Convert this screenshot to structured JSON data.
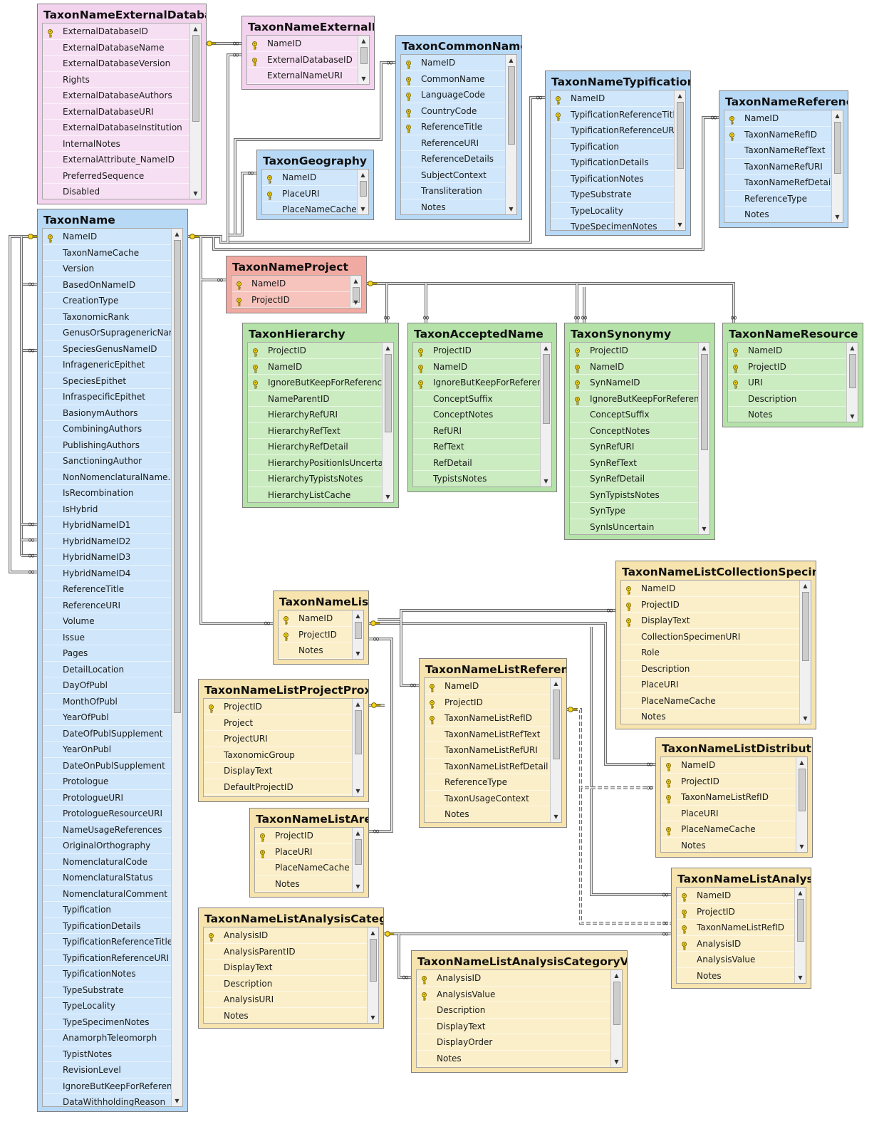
{
  "tables": [
    {
      "id": "external-database",
      "name": "TaxonNameExternalDatabase",
      "color": "pink",
      "fields": [
        {
          "n": "ExternalDatabaseID",
          "k": true
        },
        {
          "n": "ExternalDatabaseName"
        },
        {
          "n": "ExternalDatabaseVersion"
        },
        {
          "n": "Rights"
        },
        {
          "n": "ExternalDatabaseAuthors"
        },
        {
          "n": "ExternalDatabaseURI"
        },
        {
          "n": "ExternalDatabaseInstitution"
        },
        {
          "n": "InternalNotes"
        },
        {
          "n": "ExternalAttribute_NameID"
        },
        {
          "n": "PreferredSequence"
        },
        {
          "n": "Disabled"
        }
      ]
    },
    {
      "id": "external-id",
      "name": "TaxonNameExternalID",
      "color": "pink",
      "fields": [
        {
          "n": "NameID",
          "k": true
        },
        {
          "n": "ExternalDatabaseID",
          "k": true
        },
        {
          "n": "ExternalNameURI"
        }
      ]
    },
    {
      "id": "common-name",
      "name": "TaxonCommonName",
      "color": "blue",
      "fields": [
        {
          "n": "NameID",
          "k": true
        },
        {
          "n": "CommonName",
          "k": true
        },
        {
          "n": "LanguageCode",
          "k": true
        },
        {
          "n": "CountryCode",
          "k": true
        },
        {
          "n": "ReferenceTitle",
          "k": true
        },
        {
          "n": "ReferenceURI"
        },
        {
          "n": "ReferenceDetails"
        },
        {
          "n": "SubjectContext"
        },
        {
          "n": "Transliteration"
        },
        {
          "n": "Notes"
        }
      ]
    },
    {
      "id": "typification",
      "name": "TaxonNameTypification",
      "color": "blue",
      "fields": [
        {
          "n": "NameID",
          "k": true
        },
        {
          "n": "TypificationReferenceTitle",
          "k": true
        },
        {
          "n": "TypificationReferenceURI"
        },
        {
          "n": "Typification"
        },
        {
          "n": "TypificationDetails"
        },
        {
          "n": "TypificationNotes"
        },
        {
          "n": "TypeSubstrate"
        },
        {
          "n": "TypeLocality"
        },
        {
          "n": "TypeSpecimenNotes"
        }
      ]
    },
    {
      "id": "name-reference",
      "name": "TaxonNameReference",
      "color": "blue",
      "fields": [
        {
          "n": "NameID",
          "k": true
        },
        {
          "n": "TaxonNameRefID",
          "k": true
        },
        {
          "n": "TaxonNameRefText"
        },
        {
          "n": "TaxonNameRefURI"
        },
        {
          "n": "TaxonNameRefDetail"
        },
        {
          "n": "ReferenceType"
        },
        {
          "n": "Notes"
        }
      ]
    },
    {
      "id": "geography",
      "name": "TaxonGeography",
      "color": "blue",
      "fields": [
        {
          "n": "NameID",
          "k": true
        },
        {
          "n": "PlaceURI",
          "k": true
        },
        {
          "n": "PlaceNameCache"
        }
      ]
    },
    {
      "id": "taxon-name",
      "name": "TaxonName",
      "color": "blue",
      "fields": [
        {
          "n": "NameID",
          "k": true
        },
        {
          "n": "TaxonNameCache"
        },
        {
          "n": "Version"
        },
        {
          "n": "BasedOnNameID"
        },
        {
          "n": "CreationType"
        },
        {
          "n": "TaxonomicRank"
        },
        {
          "n": "GenusOrSupragenericName"
        },
        {
          "n": "SpeciesGenusNameID"
        },
        {
          "n": "InfragenericEpithet"
        },
        {
          "n": "SpeciesEpithet"
        },
        {
          "n": "InfraspecificEpithet"
        },
        {
          "n": "BasionymAuthors"
        },
        {
          "n": "CombiningAuthors"
        },
        {
          "n": "PublishingAuthors"
        },
        {
          "n": "SanctioningAuthor"
        },
        {
          "n": "NonNomenclaturalName..."
        },
        {
          "n": "IsRecombination"
        },
        {
          "n": "IsHybrid"
        },
        {
          "n": "HybridNameID1"
        },
        {
          "n": "HybridNameID2"
        },
        {
          "n": "HybridNameID3"
        },
        {
          "n": "HybridNameID4"
        },
        {
          "n": "ReferenceTitle"
        },
        {
          "n": "ReferenceURI"
        },
        {
          "n": "Volume"
        },
        {
          "n": "Issue"
        },
        {
          "n": "Pages"
        },
        {
          "n": "DetailLocation"
        },
        {
          "n": "DayOfPubl"
        },
        {
          "n": "MonthOfPubl"
        },
        {
          "n": "YearOfPubl"
        },
        {
          "n": "DateOfPublSupplement"
        },
        {
          "n": "YearOnPubl"
        },
        {
          "n": "DateOnPublSupplement"
        },
        {
          "n": "Protologue"
        },
        {
          "n": "ProtologueURI"
        },
        {
          "n": "ProtologueResourceURI"
        },
        {
          "n": "NameUsageReferences"
        },
        {
          "n": "OriginalOrthography"
        },
        {
          "n": "NomenclaturalCode"
        },
        {
          "n": "NomenclaturalStatus"
        },
        {
          "n": "NomenclaturalComment"
        },
        {
          "n": "Typification"
        },
        {
          "n": "TypificationDetails"
        },
        {
          "n": "TypificationReferenceTitle"
        },
        {
          "n": "TypificationReferenceURI"
        },
        {
          "n": "TypificationNotes"
        },
        {
          "n": "TypeSubstrate"
        },
        {
          "n": "TypeLocality"
        },
        {
          "n": "TypeSpecimenNotes"
        },
        {
          "n": "AnamorphTeleomorph"
        },
        {
          "n": "TypistNotes"
        },
        {
          "n": "RevisionLevel"
        },
        {
          "n": "IgnoreButKeepForReference"
        },
        {
          "n": "DataWithholdingReason"
        }
      ]
    },
    {
      "id": "name-project",
      "name": "TaxonNameProject",
      "color": "red",
      "fields": [
        {
          "n": "NameID",
          "k": true
        },
        {
          "n": "ProjectID",
          "k": true
        }
      ]
    },
    {
      "id": "hierarchy",
      "name": "TaxonHierarchy",
      "color": "green",
      "fields": [
        {
          "n": "ProjectID",
          "k": true
        },
        {
          "n": "NameID",
          "k": true
        },
        {
          "n": "IgnoreButKeepForReference",
          "k": true
        },
        {
          "n": "NameParentID"
        },
        {
          "n": "HierarchyRefURI"
        },
        {
          "n": "HierarchyRefText"
        },
        {
          "n": "HierarchyRefDetail"
        },
        {
          "n": "HierarchyPositionIsUncertain"
        },
        {
          "n": "HierarchyTypistsNotes"
        },
        {
          "n": "HierarchyListCache"
        }
      ]
    },
    {
      "id": "accepted-name",
      "name": "TaxonAcceptedName",
      "color": "green",
      "fields": [
        {
          "n": "ProjectID",
          "k": true
        },
        {
          "n": "NameID",
          "k": true
        },
        {
          "n": "IgnoreButKeepForReference",
          "k": true
        },
        {
          "n": "ConceptSuffix"
        },
        {
          "n": "ConceptNotes"
        },
        {
          "n": "RefURI"
        },
        {
          "n": "RefText"
        },
        {
          "n": "RefDetail"
        },
        {
          "n": "TypistsNotes"
        }
      ]
    },
    {
      "id": "synonymy",
      "name": "TaxonSynonymy",
      "color": "green",
      "fields": [
        {
          "n": "ProjectID",
          "k": true
        },
        {
          "n": "NameID",
          "k": true
        },
        {
          "n": "SynNameID",
          "k": true
        },
        {
          "n": "IgnoreButKeepForReference",
          "k": true
        },
        {
          "n": "ConceptSuffix"
        },
        {
          "n": "ConceptNotes"
        },
        {
          "n": "SynRefURI"
        },
        {
          "n": "SynRefText"
        },
        {
          "n": "SynRefDetail"
        },
        {
          "n": "SynTypistsNotes"
        },
        {
          "n": "SynType"
        },
        {
          "n": "SynIsUncertain"
        }
      ]
    },
    {
      "id": "name-resource",
      "name": "TaxonNameResource",
      "color": "green",
      "fields": [
        {
          "n": "NameID",
          "k": true
        },
        {
          "n": "ProjectID",
          "k": true
        },
        {
          "n": "URI",
          "k": true
        },
        {
          "n": "Description"
        },
        {
          "n": "Notes"
        }
      ]
    },
    {
      "id": "list-collection-specimen",
      "name": "TaxonNameListCollectionSpecimen",
      "color": "yellow",
      "fields": [
        {
          "n": "NameID",
          "k": true
        },
        {
          "n": "ProjectID",
          "k": true
        },
        {
          "n": "DisplayText",
          "k": true
        },
        {
          "n": "CollectionSpecimenURI"
        },
        {
          "n": "Role"
        },
        {
          "n": "Description"
        },
        {
          "n": "PlaceURI"
        },
        {
          "n": "PlaceNameCache"
        },
        {
          "n": "Notes"
        }
      ]
    },
    {
      "id": "name-list",
      "name": "TaxonNameList",
      "color": "yellow",
      "fields": [
        {
          "n": "NameID",
          "k": true
        },
        {
          "n": "ProjectID",
          "k": true
        },
        {
          "n": "Notes"
        }
      ]
    },
    {
      "id": "list-reference",
      "name": "TaxonNameListReference",
      "color": "yellow",
      "fields": [
        {
          "n": "NameID",
          "k": true
        },
        {
          "n": "ProjectID",
          "k": true
        },
        {
          "n": "TaxonNameListRefID",
          "k": true
        },
        {
          "n": "TaxonNameListRefText"
        },
        {
          "n": "TaxonNameListRefURI"
        },
        {
          "n": "TaxonNameListRefDetail"
        },
        {
          "n": "ReferenceType"
        },
        {
          "n": "TaxonUsageContext"
        },
        {
          "n": "Notes"
        }
      ]
    },
    {
      "id": "list-project-proxy",
      "name": "TaxonNameListProjectProxy",
      "color": "yellow",
      "fields": [
        {
          "n": "ProjectID",
          "k": true
        },
        {
          "n": "Project"
        },
        {
          "n": "ProjectURI"
        },
        {
          "n": "TaxonomicGroup"
        },
        {
          "n": "DisplayText"
        },
        {
          "n": "DefaultProjectID"
        }
      ]
    },
    {
      "id": "list-distribution",
      "name": "TaxonNameListDistribution",
      "color": "yellow",
      "fields": [
        {
          "n": "NameID",
          "k": true
        },
        {
          "n": "ProjectID",
          "k": true
        },
        {
          "n": "TaxonNameListRefID",
          "k": true
        },
        {
          "n": "PlaceURI"
        },
        {
          "n": "PlaceNameCache",
          "k": true
        },
        {
          "n": "Notes"
        }
      ]
    },
    {
      "id": "list-area",
      "name": "TaxonNameListArea",
      "color": "yellow",
      "fields": [
        {
          "n": "ProjectID",
          "k": true
        },
        {
          "n": "PlaceURI",
          "k": true
        },
        {
          "n": "PlaceNameCache"
        },
        {
          "n": "Notes"
        }
      ]
    },
    {
      "id": "list-analysis",
      "name": "TaxonNameListAnalysis",
      "color": "yellow",
      "fields": [
        {
          "n": "NameID",
          "k": true
        },
        {
          "n": "ProjectID",
          "k": true
        },
        {
          "n": "TaxonNameListRefID",
          "k": true
        },
        {
          "n": "AnalysisID",
          "k": true
        },
        {
          "n": "AnalysisValue"
        },
        {
          "n": "Notes"
        }
      ]
    },
    {
      "id": "list-analysis-category",
      "name": "TaxonNameListAnalysisCategory",
      "color": "yellow",
      "fields": [
        {
          "n": "AnalysisID",
          "k": true
        },
        {
          "n": "AnalysisParentID"
        },
        {
          "n": "DisplayText"
        },
        {
          "n": "Description"
        },
        {
          "n": "AnalysisURI"
        },
        {
          "n": "Notes"
        }
      ]
    },
    {
      "id": "list-analysis-category-value",
      "name": "TaxonNameListAnalysisCategoryValue",
      "color": "yellow",
      "fields": [
        {
          "n": "AnalysisID",
          "k": true
        },
        {
          "n": "AnalysisValue",
          "k": true
        },
        {
          "n": "Description"
        },
        {
          "n": "DisplayText"
        },
        {
          "n": "DisplayOrder"
        },
        {
          "n": "Notes"
        }
      ]
    }
  ]
}
